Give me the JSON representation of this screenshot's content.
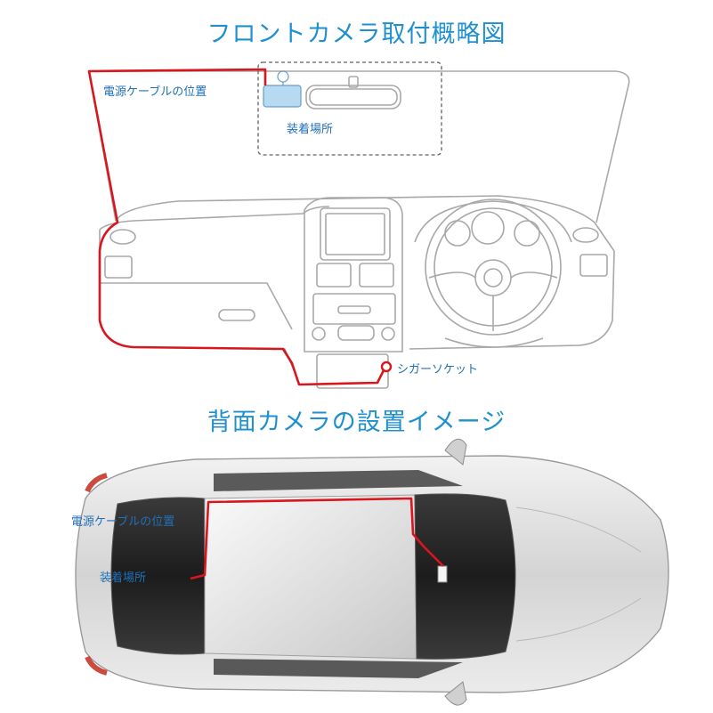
{
  "front": {
    "title": "フロントカメラ取付概略図",
    "power_cable_label": "電源ケーブルの位置",
    "mount_label": "装着場所",
    "cigar_socket_label": "シガーソケット"
  },
  "rear": {
    "title": "背面カメラの設置イメージ",
    "power_cable_label": "電源ケーブルの位置",
    "mount_label": "装着場所"
  },
  "colors": {
    "title": "#1e90d0",
    "label": "#2270b8",
    "cable": "#d8161e",
    "line_art": "#a8a8a8",
    "camera": "#b5daf2"
  }
}
